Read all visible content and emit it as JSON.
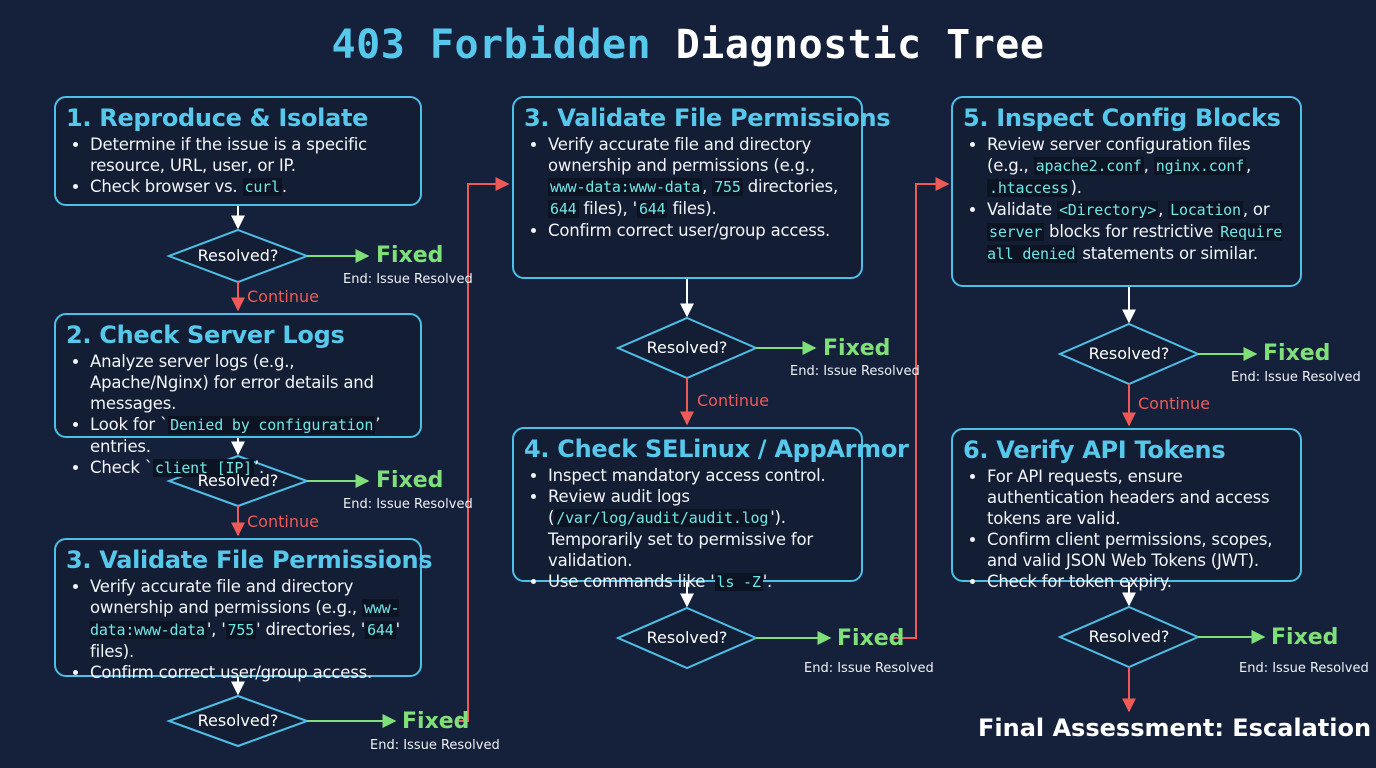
{
  "title": {
    "part1": "403 Forbidden",
    "part2": "Diagnostic Tree"
  },
  "boxes": [
    {
      "title": "1. Reproduce & Isolate",
      "items": [
        [
          {
            "t": "Determine if the issue is a specific resource, URL, user, or IP."
          }
        ],
        [
          {
            "t": "Check browser vs. "
          },
          {
            "c": "curl"
          },
          {
            "t": "."
          }
        ]
      ]
    },
    {
      "title": "2. Check Server Logs",
      "items": [
        [
          {
            "t": "Analyze server logs (e.g., Apache/Nginx) for error details and messages."
          }
        ],
        [
          {
            "t": "Look for `"
          },
          {
            "c": "Denied by configuration"
          },
          {
            "t": "’ entries."
          }
        ],
        [
          {
            "t": "Check `"
          },
          {
            "c": "client [IP]"
          },
          {
            "t": "’."
          }
        ]
      ]
    },
    {
      "title": "3. Validate File Permissions",
      "items": [
        [
          {
            "t": "Verify accurate file and directory ownership and permissions (e.g., "
          },
          {
            "c": "www-data:www-data"
          },
          {
            "t": "', '"
          },
          {
            "c": "755"
          },
          {
            "t": "' directories, '"
          },
          {
            "c": "644"
          },
          {
            "t": "' files)."
          }
        ],
        [
          {
            "t": "Confirm correct user/group access."
          }
        ]
      ]
    },
    {
      "title": "3. Validate File Permissions",
      "items": [
        [
          {
            "t": "Verify accurate file and directory ownership and permissions (e.g., "
          },
          {
            "c": "www-data:www-data"
          },
          {
            "t": ", "
          },
          {
            "c": "755"
          },
          {
            "t": " directories, "
          },
          {
            "c": "644"
          },
          {
            "t": " files), '"
          },
          {
            "c": "644"
          },
          {
            "t": " files)."
          }
        ],
        [
          {
            "t": "Confirm correct user/group access."
          }
        ]
      ]
    },
    {
      "title": "4. Check SELinux / AppArmor",
      "items": [
        [
          {
            "t": "Inspect mandatory access control."
          }
        ],
        [
          {
            "t": "Review audit logs ("
          },
          {
            "c": "/var/log/audit/audit.log"
          },
          {
            "t": "'). Temporarily set to permissive for validation."
          }
        ],
        [
          {
            "t": "Use commands like '"
          },
          {
            "c": "ls -Z"
          },
          {
            "t": "'."
          }
        ]
      ]
    },
    {
      "title": "5. Inspect Config Blocks",
      "items": [
        [
          {
            "t": "Review server configuration files (e.g., "
          },
          {
            "c": "apache2.conf"
          },
          {
            "t": ", "
          },
          {
            "c": "nginx.conf"
          },
          {
            "t": ", "
          },
          {
            "c": ".htaccess"
          },
          {
            "t": ")."
          }
        ],
        [
          {
            "t": "Validate "
          },
          {
            "c": "<Directory>"
          },
          {
            "t": ", "
          },
          {
            "c": "Location"
          },
          {
            "t": ", or "
          },
          {
            "c": "server"
          },
          {
            "t": " blocks for restrictive "
          },
          {
            "c": "Require all denied"
          },
          {
            "t": " statements or similar."
          }
        ]
      ]
    },
    {
      "title": "6. Verify API Tokens",
      "items": [
        [
          {
            "t": "For API requests, ensure authentication headers and access tokens are valid."
          }
        ],
        [
          {
            "t": "Confirm client permissions, scopes, and valid JSON Web Tokens (JWT)."
          }
        ],
        [
          {
            "t": "Check for token expiry."
          }
        ]
      ]
    }
  ],
  "decision": {
    "question": "Resolved?",
    "fixed": "Fixed",
    "end": "End: Issue Resolved",
    "continue": "Continue"
  },
  "final": "Final Assessment: Escalation",
  "colors": {
    "background": "#15203a",
    "accent": "#56c8ec",
    "fixed": "#7fe07a",
    "continue": "#ee5a58",
    "code": "#6fe6e6"
  }
}
